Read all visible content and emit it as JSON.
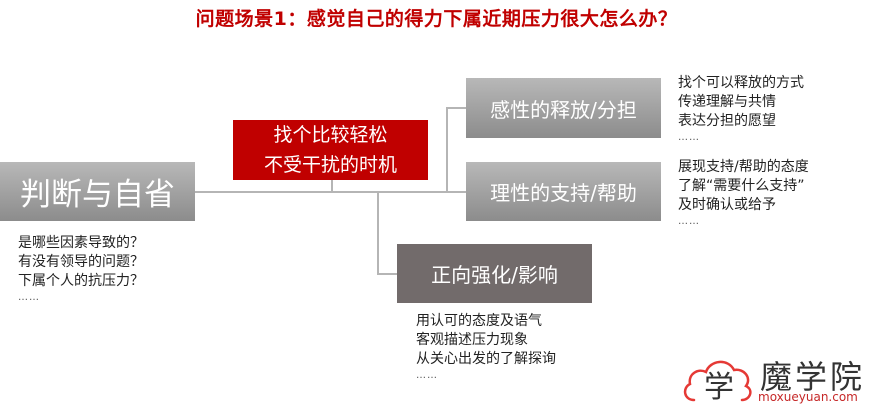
{
  "title": "问题场景1：感觉自己的得力下属近期压力很大怎么办？",
  "root": {
    "label": "判断与自省",
    "notes": [
      "是哪些因素导致的？",
      "有没有领导的问题？",
      "下属个人的抗压力？",
      "……"
    ]
  },
  "timing": {
    "line1": "找个比较轻松",
    "line2": "不受干扰的时机"
  },
  "branches": [
    {
      "label": "感性的释放/分担",
      "notes": [
        "找个可以释放的方式",
        "传递理解与共情",
        "表达分担的愿望",
        "……"
      ]
    },
    {
      "label": "理性的支持/帮助",
      "notes": [
        "展现支持/帮助的态度",
        "了解“需要什么支持”",
        "及时确认或给予",
        "……"
      ]
    },
    {
      "label": "正向强化/影响",
      "notes": [
        "用认可的态度及语气",
        "客观描述压力现象",
        "从关心出发的了解探询",
        "……"
      ]
    }
  ],
  "logo": {
    "glyph": "学",
    "name": "魔学院",
    "url": "moxueyuan.com"
  },
  "colors": {
    "title": "#c00000",
    "timing_box": "#c00000",
    "gray_box": "#9e9e9e",
    "dark_box": "#726b6b",
    "connector": "#b5b5b5"
  }
}
